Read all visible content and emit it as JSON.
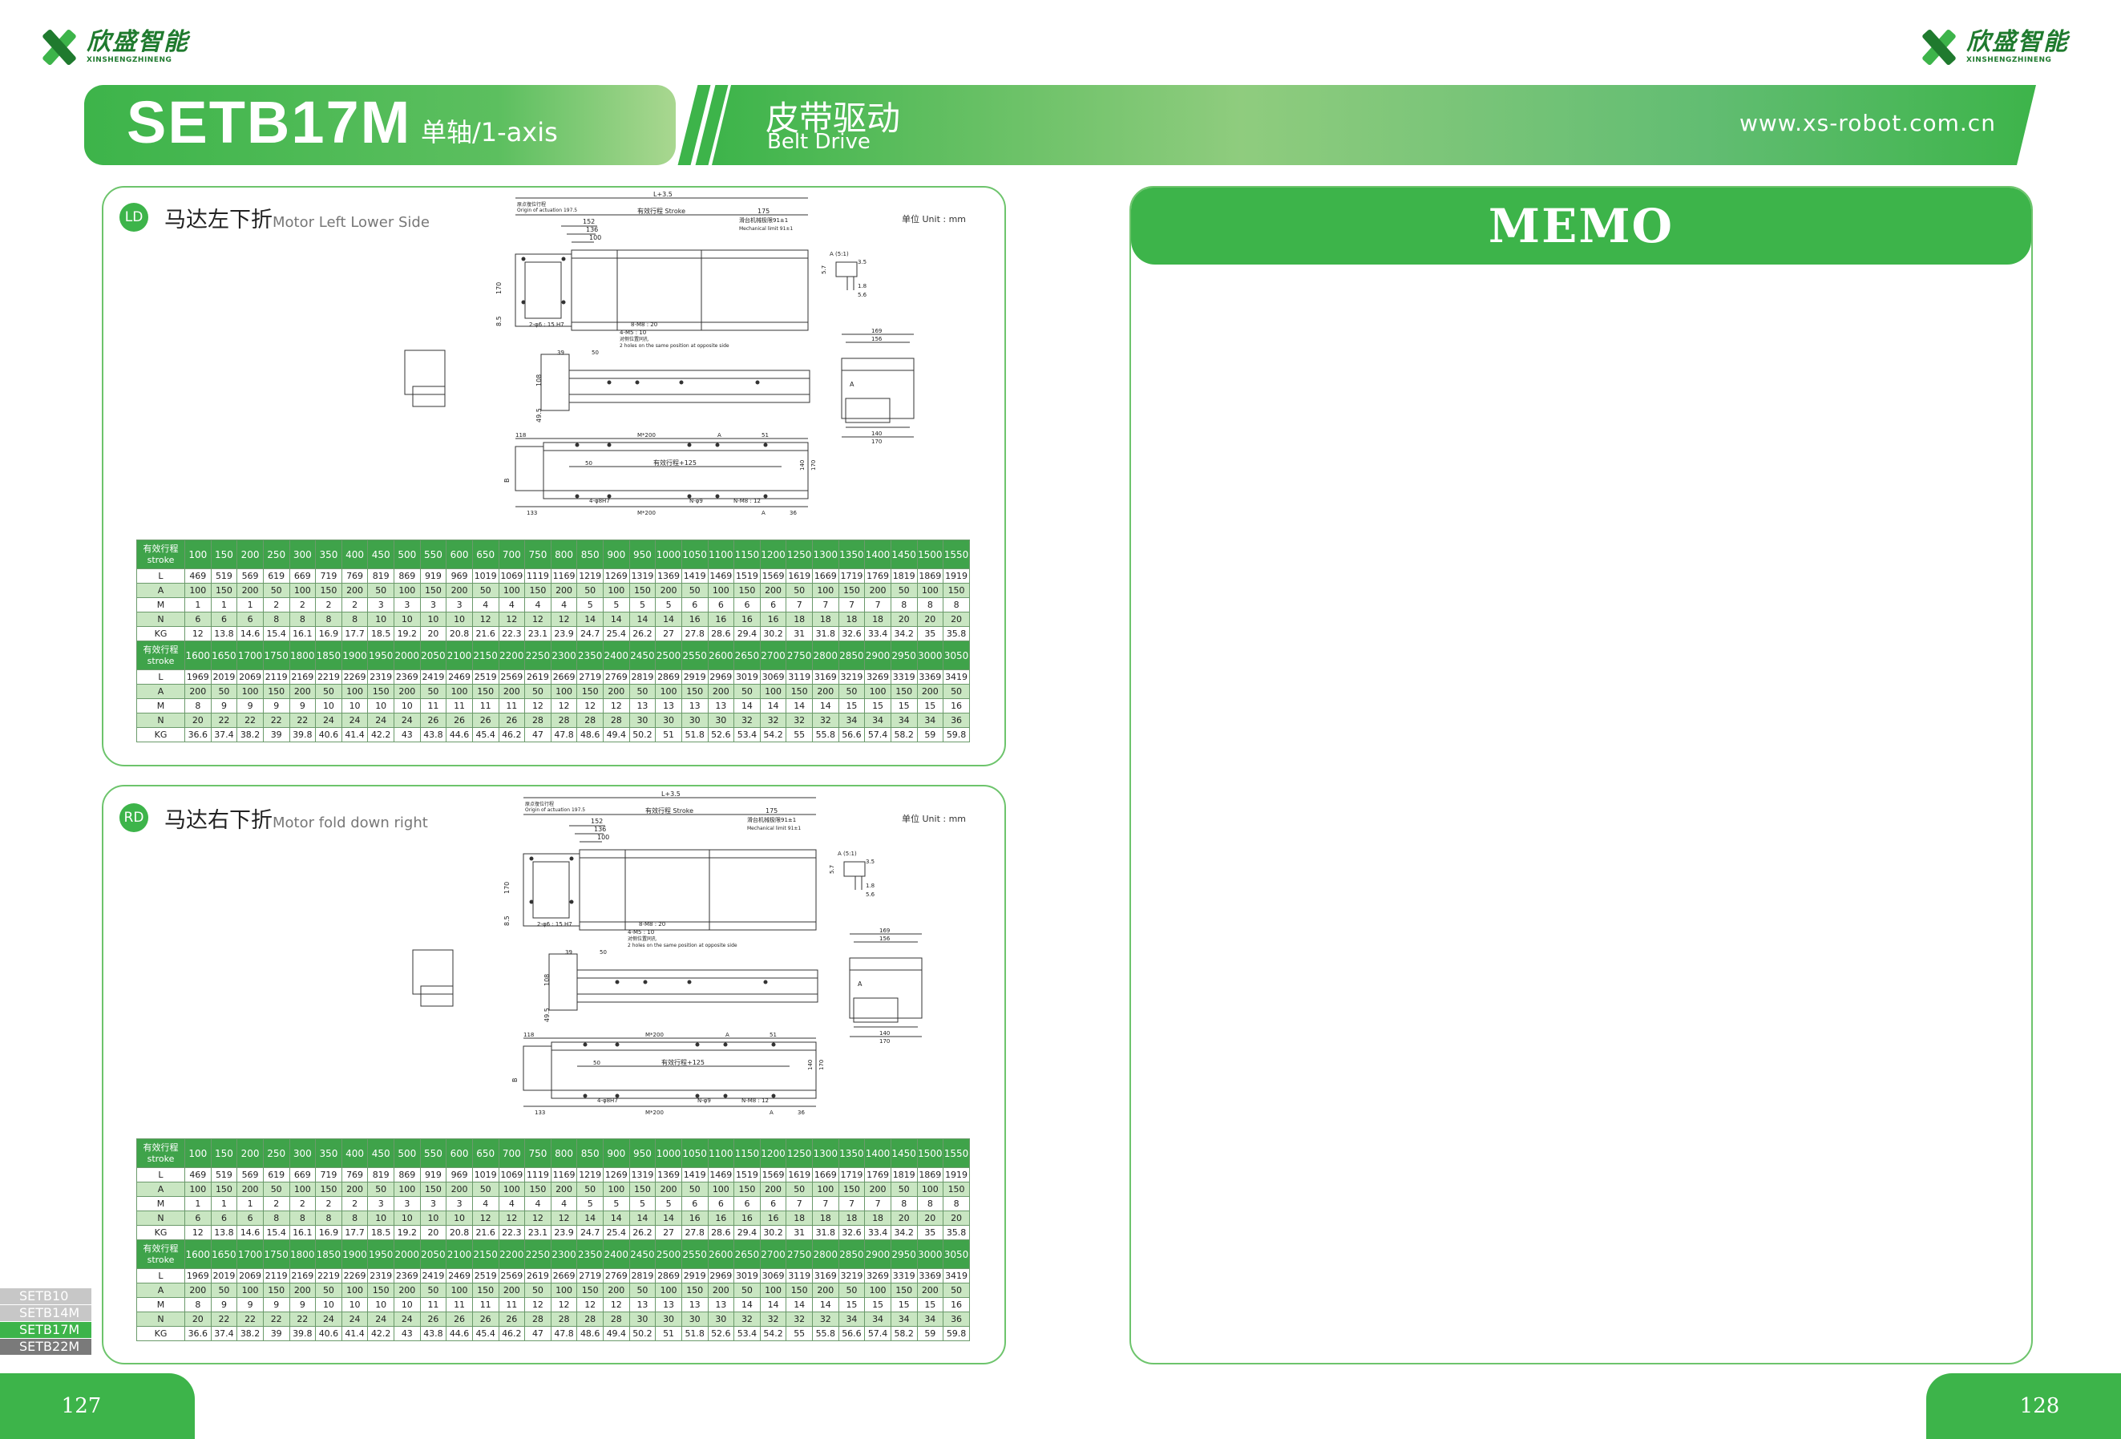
{
  "brand": {
    "cn": "欣盛智能",
    "en": "XINSHENGZHINENG"
  },
  "header": {
    "product": "SETB17M",
    "axis_label": "单轴/1-axis",
    "type_cn": "皮带驱动",
    "type_en": "Belt Drive",
    "url": "www.xs-robot.com.cn"
  },
  "colors": {
    "brand_green": "#3db44a",
    "table_header": "#3fa34a",
    "table_alt_row": "#c9e6c2"
  },
  "unit_label": "单位 Unit : mm",
  "drawing_labels": {
    "L_dim": "L+3.5",
    "origin_cn": "原点復位行程",
    "origin_en": "Origin of actuation 197.5",
    "stroke": "有效行程 Stroke",
    "d175": "175",
    "d152": "152",
    "d136": "136",
    "d100": "100",
    "mech_limit_cn": "滑台机械极限91±1",
    "mech_limit_en": "Mechanical limit 91±1",
    "detail_a": "A (5:1)",
    "d3_5": "3.5",
    "d5_7": "5.7",
    "d1_8": "1.8",
    "d5_6": "5.6",
    "d170": "170",
    "d8_5": "8.5",
    "pin_holes": "2-φ6 : 15 H7",
    "m8_holes": "8-M8 : 20",
    "m5_holes": "4-M5 : 10",
    "opposite_cn": "对侧位置同孔",
    "opposite_en": "2 holes on the same position at opposite side",
    "d39": "39",
    "d50": "50",
    "d108": "108",
    "d49_5": "49.5",
    "d169": "169",
    "d156": "156",
    "d140": "140",
    "d118": "118",
    "m200": "M*200",
    "a_label": "A",
    "d51": "51",
    "stroke125": "有效行程+125",
    "d140b": "140",
    "d170b": "170",
    "d133": "133",
    "phi8": "4-φ8H7",
    "nphi9": "N-φ9",
    "nm8": "N-M8 : 12",
    "d36": "36",
    "b_label": "B"
  },
  "panels": [
    {
      "badge": "LD",
      "title_cn": "马达左下折",
      "title_en": "Motor Left Lower Side"
    },
    {
      "badge": "RD",
      "title_cn": "马达右下折",
      "title_en": "Motor fold down right"
    }
  ],
  "table": {
    "stroke_label_cn": "有效行程",
    "stroke_label_en": "stroke",
    "row_labels": [
      "L",
      "A",
      "M",
      "N",
      "KG"
    ],
    "blocks": [
      {
        "stroke": [
          "100",
          "150",
          "200",
          "250",
          "300",
          "350",
          "400",
          "450",
          "500",
          "550",
          "600",
          "650",
          "700",
          "750",
          "800",
          "850",
          "900",
          "950",
          "1000",
          "1050",
          "1100",
          "1150",
          "1200",
          "1250",
          "1300",
          "1350",
          "1400",
          "1450",
          "1500",
          "1550"
        ],
        "rows": [
          [
            "469",
            "519",
            "569",
            "619",
            "669",
            "719",
            "769",
            "819",
            "869",
            "919",
            "969",
            "1019",
            "1069",
            "1119",
            "1169",
            "1219",
            "1269",
            "1319",
            "1369",
            "1419",
            "1469",
            "1519",
            "1569",
            "1619",
            "1669",
            "1719",
            "1769",
            "1819",
            "1869",
            "1919"
          ],
          [
            "100",
            "150",
            "200",
            "50",
            "100",
            "150",
            "200",
            "50",
            "100",
            "150",
            "200",
            "50",
            "100",
            "150",
            "200",
            "50",
            "100",
            "150",
            "200",
            "50",
            "100",
            "150",
            "200",
            "50",
            "100",
            "150",
            "200",
            "50",
            "100",
            "150"
          ],
          [
            "1",
            "1",
            "1",
            "2",
            "2",
            "2",
            "2",
            "3",
            "3",
            "3",
            "3",
            "4",
            "4",
            "4",
            "4",
            "5",
            "5",
            "5",
            "5",
            "6",
            "6",
            "6",
            "6",
            "7",
            "7",
            "7",
            "7",
            "8",
            "8",
            "8"
          ],
          [
            "6",
            "6",
            "6",
            "8",
            "8",
            "8",
            "8",
            "10",
            "10",
            "10",
            "10",
            "12",
            "12",
            "12",
            "12",
            "14",
            "14",
            "14",
            "14",
            "16",
            "16",
            "16",
            "16",
            "18",
            "18",
            "18",
            "18",
            "20",
            "20",
            "20"
          ],
          [
            "12",
            "13.8",
            "14.6",
            "15.4",
            "16.1",
            "16.9",
            "17.7",
            "18.5",
            "19.2",
            "20",
            "20.8",
            "21.6",
            "22.3",
            "23.1",
            "23.9",
            "24.7",
            "25.4",
            "26.2",
            "27",
            "27.8",
            "28.6",
            "29.4",
            "30.2",
            "31",
            "31.8",
            "32.6",
            "33.4",
            "34.2",
            "35",
            "35.8"
          ]
        ]
      },
      {
        "stroke": [
          "1600",
          "1650",
          "1700",
          "1750",
          "1800",
          "1850",
          "1900",
          "1950",
          "2000",
          "2050",
          "2100",
          "2150",
          "2200",
          "2250",
          "2300",
          "2350",
          "2400",
          "2450",
          "2500",
          "2550",
          "2600",
          "2650",
          "2700",
          "2750",
          "2800",
          "2850",
          "2900",
          "2950",
          "3000",
          "3050"
        ],
        "rows": [
          [
            "1969",
            "2019",
            "2069",
            "2119",
            "2169",
            "2219",
            "2269",
            "2319",
            "2369",
            "2419",
            "2469",
            "2519",
            "2569",
            "2619",
            "2669",
            "2719",
            "2769",
            "2819",
            "2869",
            "2919",
            "2969",
            "3019",
            "3069",
            "3119",
            "3169",
            "3219",
            "3269",
            "3319",
            "3369",
            "3419"
          ],
          [
            "200",
            "50",
            "100",
            "150",
            "200",
            "50",
            "100",
            "150",
            "200",
            "50",
            "100",
            "150",
            "200",
            "50",
            "100",
            "150",
            "200",
            "50",
            "100",
            "150",
            "200",
            "50",
            "100",
            "150",
            "200",
            "50",
            "100",
            "150",
            "200",
            "50"
          ],
          [
            "8",
            "9",
            "9",
            "9",
            "9",
            "10",
            "10",
            "10",
            "10",
            "11",
            "11",
            "11",
            "11",
            "12",
            "12",
            "12",
            "12",
            "13",
            "13",
            "13",
            "13",
            "14",
            "14",
            "14",
            "14",
            "15",
            "15",
            "15",
            "15",
            "16"
          ],
          [
            "20",
            "22",
            "22",
            "22",
            "22",
            "24",
            "24",
            "24",
            "24",
            "26",
            "26",
            "26",
            "26",
            "28",
            "28",
            "28",
            "28",
            "30",
            "30",
            "30",
            "30",
            "32",
            "32",
            "32",
            "32",
            "34",
            "34",
            "34",
            "34",
            "36"
          ],
          [
            "36.6",
            "37.4",
            "38.2",
            "39",
            "39.8",
            "40.6",
            "41.4",
            "42.2",
            "43",
            "43.8",
            "44.6",
            "45.4",
            "46.2",
            "47",
            "47.8",
            "48.6",
            "49.4",
            "50.2",
            "51",
            "51.8",
            "52.6",
            "53.4",
            "54.2",
            "55",
            "55.8",
            "56.6",
            "57.4",
            "58.2",
            "59",
            "59.8"
          ]
        ]
      }
    ]
  },
  "memo": {
    "title": "MEMO"
  },
  "side_tabs": [
    "SETB10",
    "SETB14M",
    "SETB17M",
    "SETB22M"
  ],
  "page_numbers": {
    "left": "127",
    "right": "128"
  }
}
